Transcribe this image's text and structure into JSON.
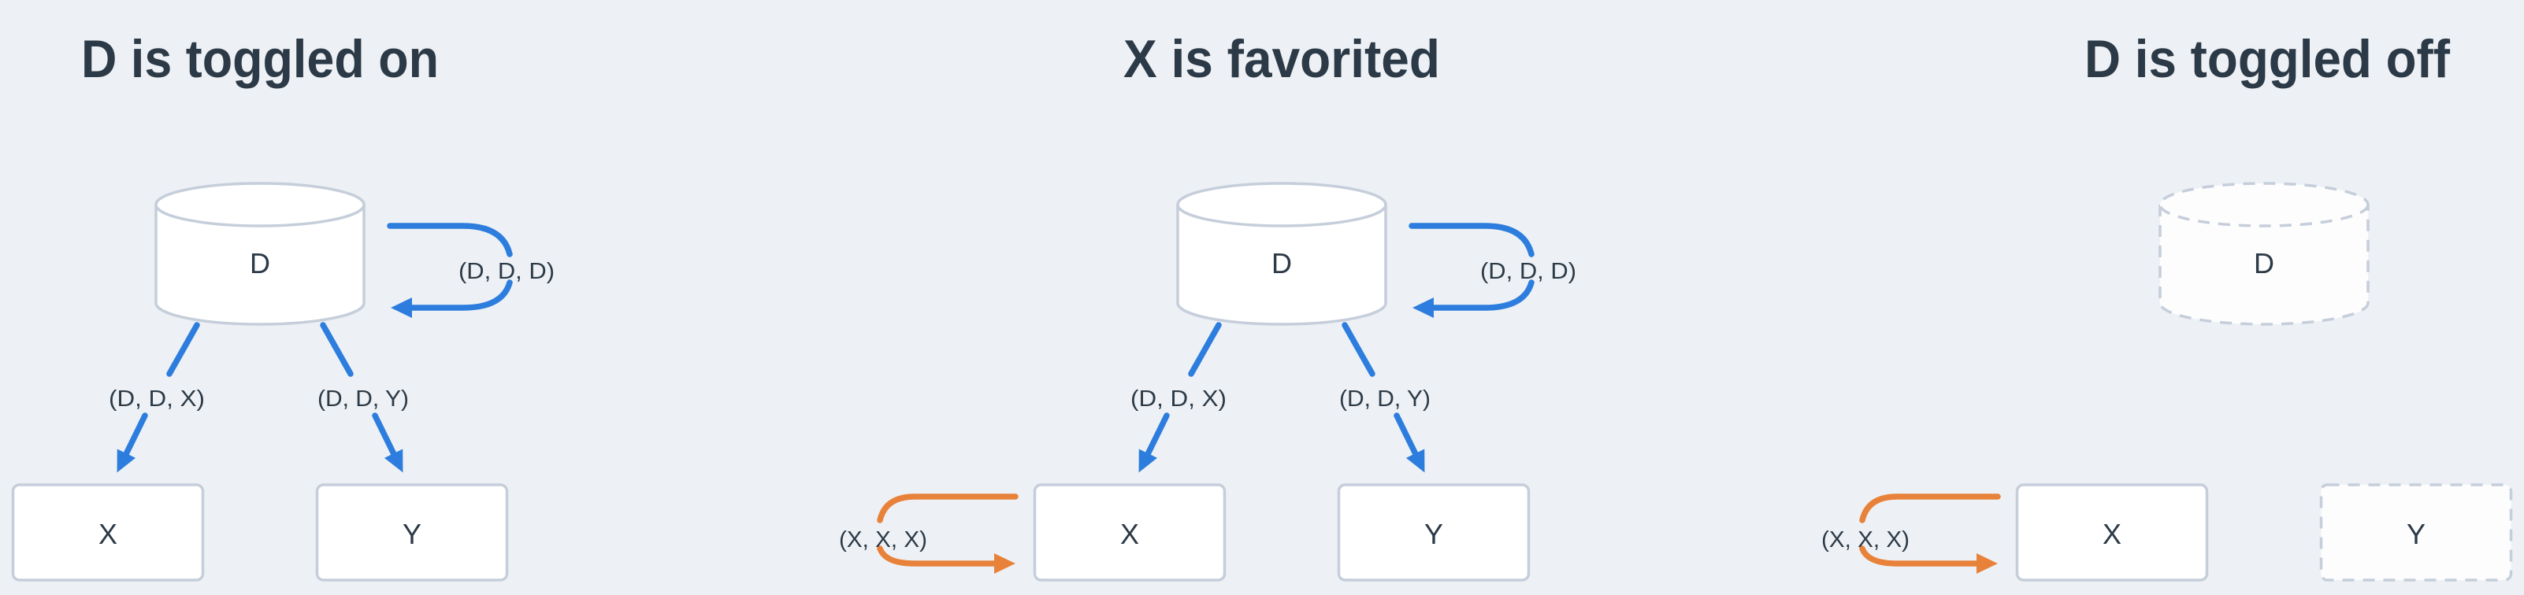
{
  "colors": {
    "background": "#edf1f5",
    "edge_blue": "#2d7dde",
    "edge_orange": "#e8823a",
    "node_border": "#c5ceda",
    "node_fill": "#ffffff",
    "text": "#2c3a47"
  },
  "panels": [
    {
      "title": "D is toggled on",
      "database_label": "D",
      "database_state": "on",
      "node_x_label": "X",
      "node_y_label": "Y",
      "edge_d_self_label": "(D, D, D)",
      "edge_d_x_label": "(D, D, X)",
      "edge_d_y_label": "(D, D, Y)"
    },
    {
      "title": "X is favorited",
      "database_label": "D",
      "database_state": "on",
      "node_x_label": "X",
      "node_y_label": "Y",
      "edge_d_self_label": "(D, D, D)",
      "edge_d_x_label": "(D, D, X)",
      "edge_d_y_label": "(D, D, Y)",
      "edge_x_self_label": "(X, X, X)"
    },
    {
      "title": "D is toggled off",
      "database_label": "D",
      "database_state": "off",
      "node_x_label": "X",
      "node_y_label": "Y",
      "edge_x_self_label": "(X, X, X)"
    }
  ]
}
